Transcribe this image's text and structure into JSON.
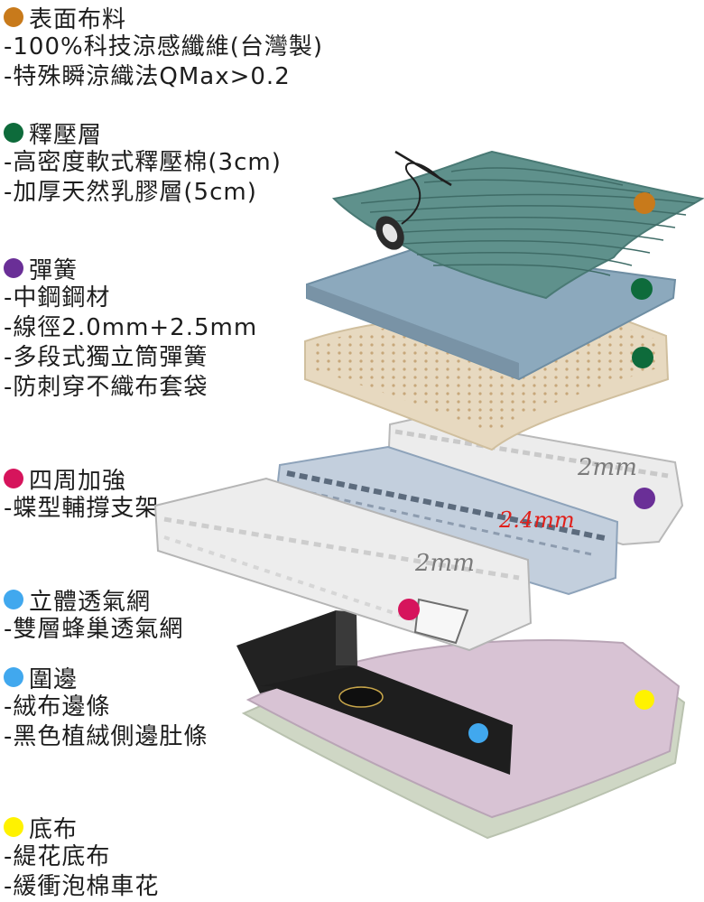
{
  "legend": [
    {
      "title": "表面布料",
      "color": "#c87a1b",
      "lines": [
        "100%科技涼感纖維(台灣製)",
        "特殊瞬涼織法QMax>0.2"
      ]
    },
    {
      "title": "釋壓層",
      "color": "#0e6b3b",
      "lines": [
        "高密度軟式釋壓棉(3cm)",
        "加厚天然乳膠層(5cm)"
      ]
    },
    {
      "title": "彈簧",
      "color": "#6a2f97",
      "lines": [
        "中鋼鋼材",
        "線徑2.0mm+2.5mm",
        "多段式獨立筒彈簧",
        "防刺穿不織布套袋"
      ]
    },
    {
      "title": "四周加強",
      "color": "#d6145c",
      "lines": [
        "蝶型輔撐支架"
      ]
    },
    {
      "title": "立體透氣網",
      "color": "#41a8ee",
      "lines": [
        "雙層蜂巢透氣網"
      ]
    },
    {
      "title": "圍邊",
      "color": "#41a8ee",
      "lines": [
        "絨布邊條",
        "黑色植絨側邊肚條"
      ]
    },
    {
      "title": "底布",
      "color": "#fff200",
      "lines": [
        "緹花底布",
        "緩衝泡棉車花"
      ]
    }
  ],
  "annotations": {
    "coil_top": "2mm",
    "coil_middle": "2.4mm",
    "coil_bottom": "2mm"
  },
  "colors": {
    "fabric": "#5f918c",
    "foam": "#8ca9bd",
    "latex": "#e7d9c0",
    "spring_grey": "#e8e8e8",
    "spring_blue": "#c3cfdd",
    "side_band": "#222222",
    "bottom_mesh": "#d8c3d4",
    "bottom_cloth": "#cfd7c5",
    "annotation_red": "#e0201b",
    "annotation_grey": "#7a7a7a"
  }
}
